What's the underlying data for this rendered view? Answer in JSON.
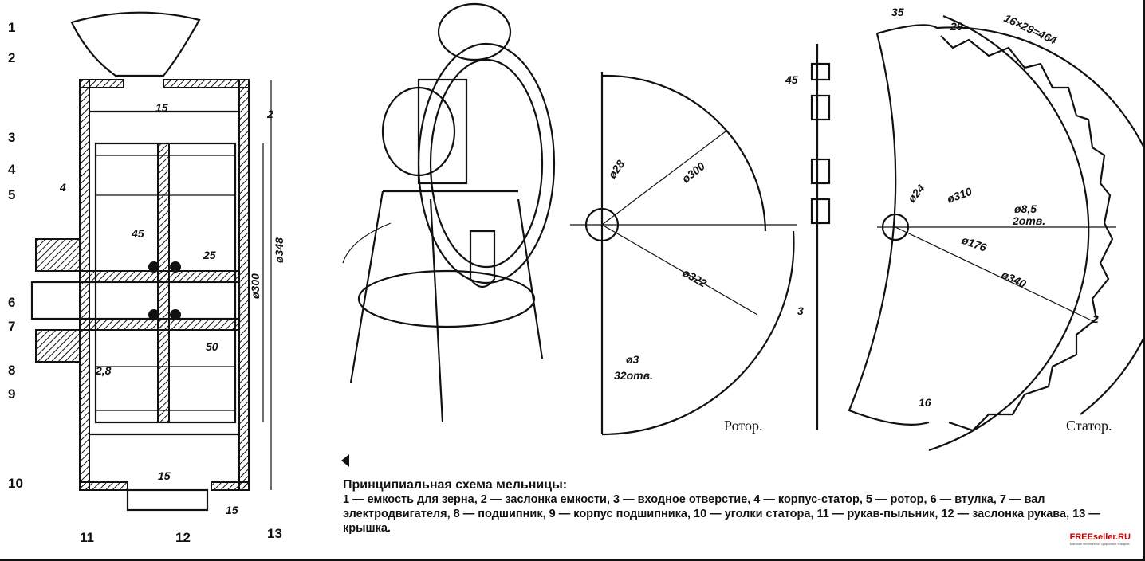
{
  "section_view": {
    "labels": [
      "1",
      "2",
      "3",
      "4",
      "5",
      "6",
      "7",
      "8",
      "9",
      "10",
      "11",
      "12",
      "13"
    ],
    "dims": {
      "inlet": "15",
      "wall": "2",
      "gap": "4",
      "blade": "45",
      "hub": "25",
      "shaft": "50",
      "angle": "2,8",
      "d348": "ø348",
      "d300": "ø300",
      "outlet": "15",
      "cover": "15"
    }
  },
  "rotor": {
    "title": "Ротор.",
    "dims": {
      "d28": "ø28",
      "d300": "ø300",
      "d322": "ø322",
      "d3": "ø3",
      "holes": "32отв.",
      "side45": "45",
      "side3": "3"
    }
  },
  "stator": {
    "title": "Статор.",
    "dims": {
      "d35": "35",
      "d29": "29",
      "arc": "16×29=464",
      "d24": "ø24",
      "d310": "ø310",
      "d85": "ø8,5",
      "holes": "2отв.",
      "d176": "ø176",
      "d340": "ø340",
      "t2": "2",
      "t16": "16"
    }
  },
  "caption": {
    "title": "Принципиальная схема мельницы:",
    "text": "1 — емкость для зерна, 2 — заслонка емкости, 3 — входное отверстие, 4 — корпус-статор, 5 — ротор, 6 — втулка, 7 — вал электродвигателя, 8 — подшипник, 9 — корпус подшипника, 10 — уголки статора, 11 — рукав-пыльник, 12 — заслонка рукава, 13 — крышка."
  },
  "watermark": {
    "brand": "FREEseller.RU",
    "tagline": "Магазин бесплатных цифровых товаров"
  }
}
